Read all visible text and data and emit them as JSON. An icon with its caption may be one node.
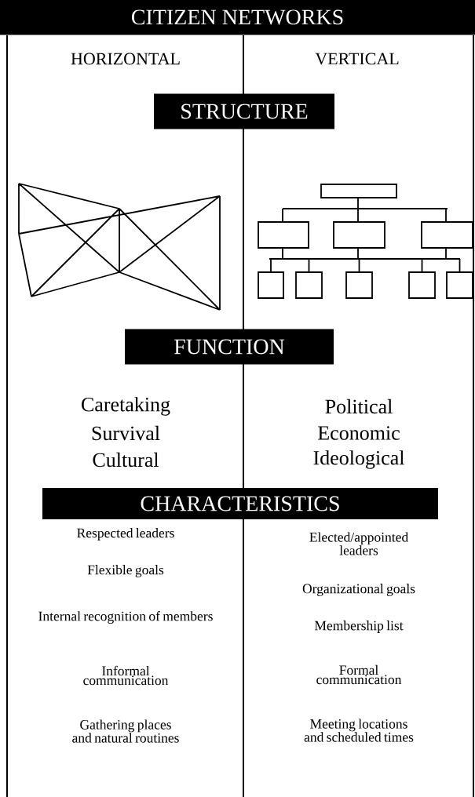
{
  "diagram": {
    "nodes": [
      {
        "text": [
          "CITIZEN NETWORKS"
        ]
      },
      {
        "text": [
          "STRUCTURE"
        ]
      },
      {
        "text": [
          "FUNCTION"
        ]
      },
      {
        "text": [
          "CHARACTERISTICS"
        ]
      }
    ],
    "edges": [],
    "labels": [
      "HORIZONTAL",
      "VERTICAL",
      "Caretaking",
      "Political",
      "Survival",
      "Economic",
      "Cultural",
      "Ideological",
      "Respected leaders",
      "Elected/appointed leaders",
      "Flexible goals",
      "Organizational goals",
      "Internal recognition of members",
      "Membership list",
      "Informal communication",
      "Formal communication",
      "Gathering places and natural routines",
      "Meeting locations and scheduled times"
    ]
  }
}
